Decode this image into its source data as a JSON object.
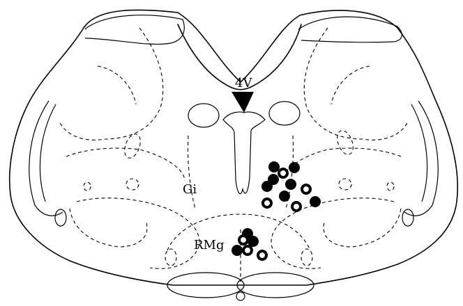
{
  "labels": {
    "fourth_ventricle": "4V",
    "gigantocellular": "Gi",
    "raphe_magnus": "RMg"
  },
  "legend_markers": {
    "filled": "filled-circle",
    "open": "open-circle"
  }
}
